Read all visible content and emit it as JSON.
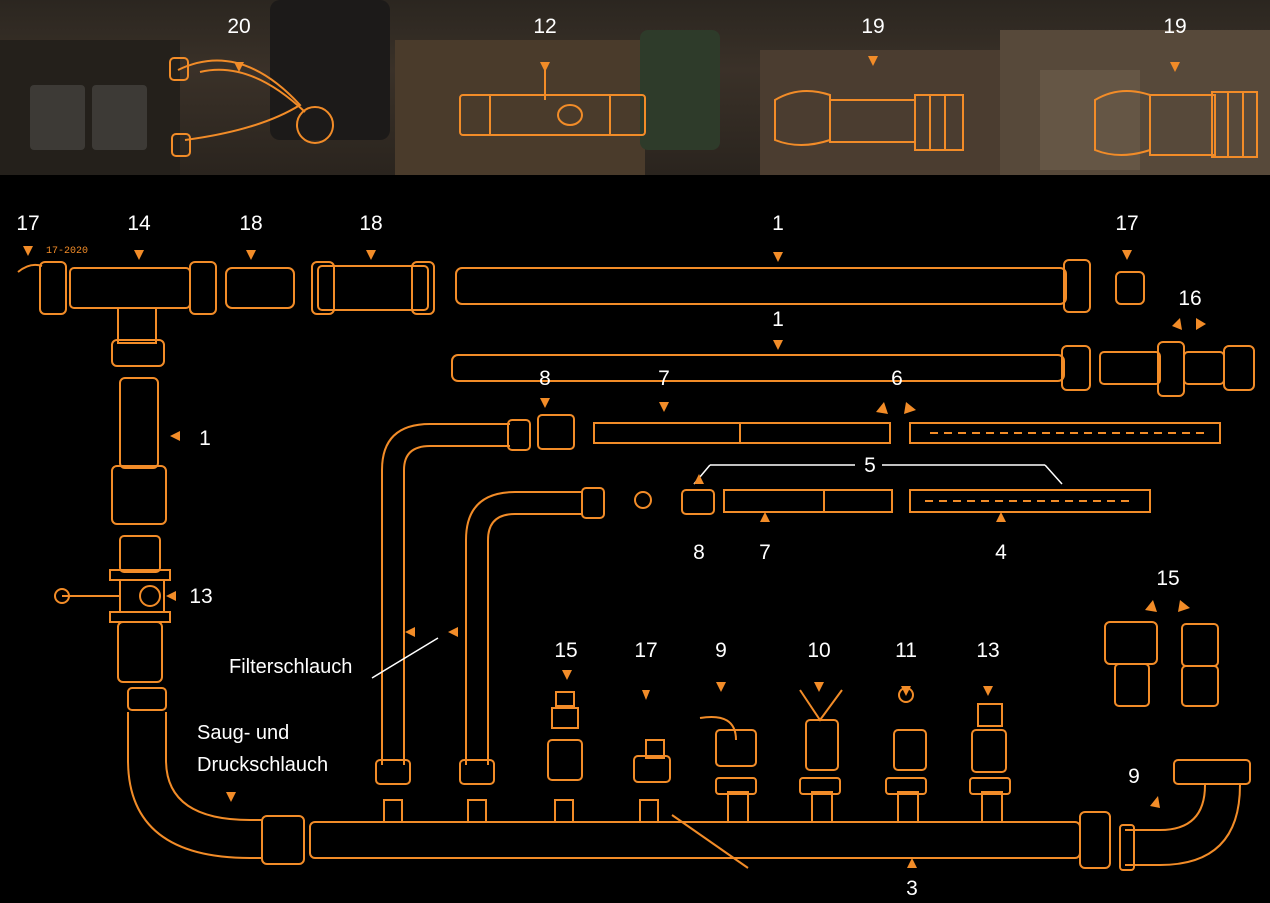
{
  "colors": {
    "background": "#000000",
    "line": "#f28c28",
    "text": "#ffffff"
  },
  "photo_callouts": [
    "20",
    "12",
    "19",
    "19"
  ],
  "part_stamp": "17-2020",
  "callouts": {
    "n17a": "17",
    "n14": "14",
    "n18a": "18",
    "n18b": "18",
    "n1a": "1",
    "n17b": "17",
    "n1b": "1",
    "n16": "16",
    "n8a": "8",
    "n7a": "7",
    "n6": "6",
    "n1c": "1",
    "n5": "5",
    "n8b": "8",
    "n7b": "7",
    "n4": "4",
    "n13a": "13",
    "n15a": "15",
    "n15b": "15",
    "n17c": "17",
    "n9a": "9",
    "n10": "10",
    "n11": "11",
    "n13b": "13",
    "n9b": "9",
    "n3": "3"
  },
  "labels": {
    "filter_hose": "Filterschlauch",
    "suction_line1": "Saug- und",
    "suction_line2": "Druckschlauch"
  }
}
